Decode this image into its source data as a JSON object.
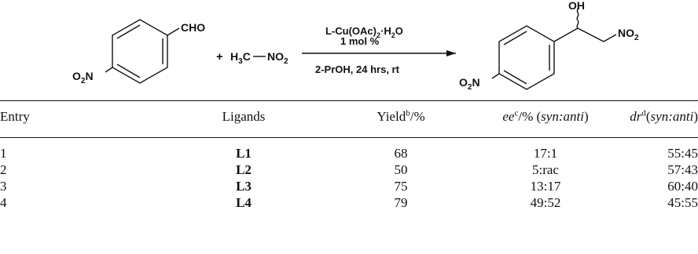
{
  "scheme": {
    "reactant_aldehyde_group": "CHO",
    "reactant_nitro_group": "O2N",
    "plus": "+",
    "reagent_nitromethane": "H3C−NO2",
    "catalyst": "L-Cu(OAc)2·H2O",
    "loading": "1 mol %",
    "conditions": "2-PrOH, 24 hrs, rt",
    "product_oh": "OH",
    "product_no2": "NO2",
    "product_nitro_group": "O2N"
  },
  "table": {
    "headers": {
      "entry": "Entry",
      "ligands": "Ligands",
      "yield": "Yield",
      "yield_mark": "b",
      "yield_unit": "/%",
      "ee": "ee",
      "ee_mark": "c",
      "ee_unit": "/% (",
      "ee_syn_anti": "syn:anti",
      "ee_close": ")",
      "dr": "dr",
      "dr_mark": "d",
      "dr_open": "(",
      "dr_syn_anti": "syn:anti",
      "dr_close": ")"
    },
    "rows": [
      {
        "entry": "1",
        "ligand": "L1",
        "yield": "68",
        "ee": "17:1",
        "dr": "55:45"
      },
      {
        "entry": "2",
        "ligand": "L2",
        "yield": "50",
        "ee": "5:rac",
        "dr": "57:43"
      },
      {
        "entry": "3",
        "ligand": "L3",
        "yield": "75",
        "ee": "13:17",
        "dr": "60:40"
      },
      {
        "entry": "4",
        "ligand": "L4",
        "yield": "79",
        "ee": "49:52",
        "dr": "45:55"
      }
    ]
  }
}
